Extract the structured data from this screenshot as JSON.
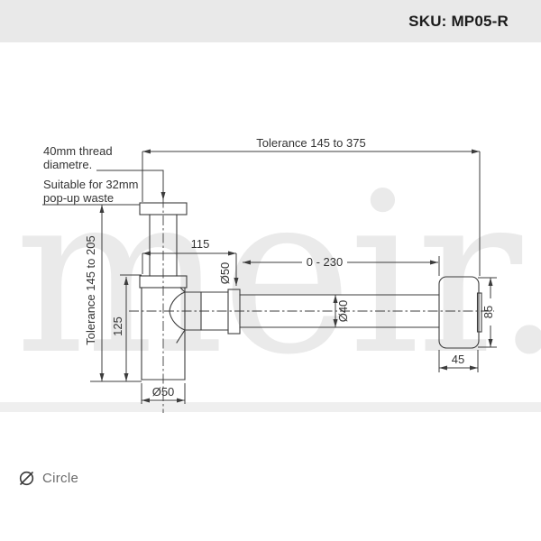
{
  "header": {
    "sku": "SKU: MP05-R"
  },
  "watermark": {
    "text": "meir."
  },
  "drawing": {
    "notes": {
      "thread_line1": "40mm thread",
      "thread_line2": "diametre.",
      "popup_line1": "Suitable for 32mm",
      "popup_line2": "pop-up waste"
    },
    "dims": {
      "overall_width": "Tolerance 145 to 375",
      "overall_height": "Tolerance 145 to 205",
      "inlet_offset": "115",
      "nut_diameter": "Ø50",
      "outlet_travel": "0 - 230",
      "pipe_diameter": "Ø40",
      "body_height": "125",
      "wall_flange_height": "85",
      "wall_flange_depth": "45",
      "body_diameter": "Ø50"
    }
  },
  "footer": {
    "shape_label": "Circle"
  }
}
